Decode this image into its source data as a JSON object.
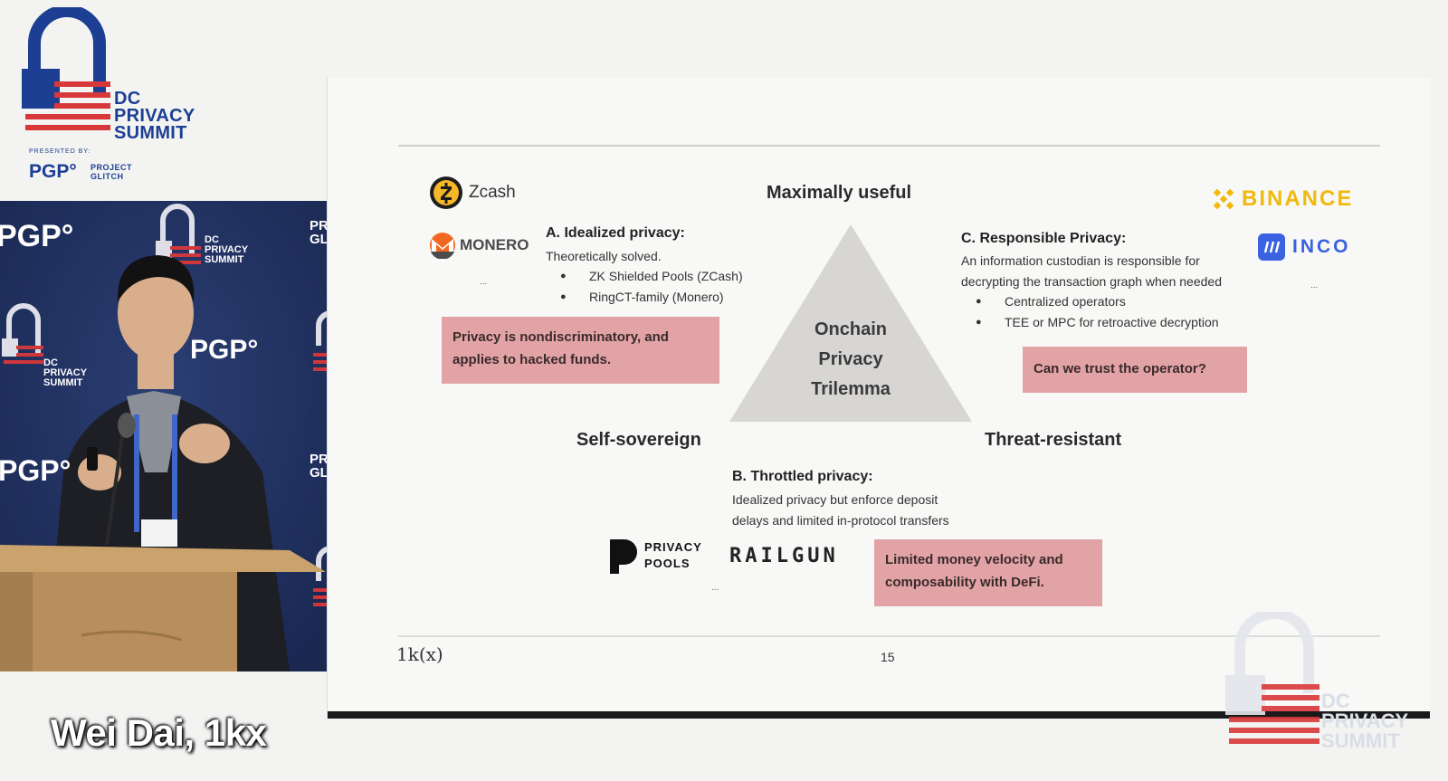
{
  "event": {
    "line1": "DC",
    "line2": "PRIVACY",
    "line3": "SUMMIT",
    "presented_by": "PRESENTED BY:",
    "sponsor1": "PGP°",
    "sponsor2a": "PROJECT",
    "sponsor2b": "GLITCH"
  },
  "speaker": {
    "caption": "Wei Dai, 1kx"
  },
  "backdrop": {
    "pgp": "PGP°",
    "pr": "PR",
    "gl": "GL",
    "dc": "DC",
    "privacy": "PRIVACY",
    "summit": "SUMMIT"
  },
  "slide": {
    "top_label": "Maximally useful",
    "left_label": "Self-sovereign",
    "right_label": "Threat-resistant",
    "center_line1": "Onchain",
    "center_line2": "Privacy",
    "center_line3": "Trilemma",
    "section_a": {
      "title": "A. Idealized privacy:",
      "desc": "Theoretically solved.",
      "bullets": [
        "ZK Shielded Pools (ZCash)",
        "RingCT-family (Monero)"
      ],
      "callout": "Privacy is nondiscriminatory, and applies to hacked funds."
    },
    "section_b": {
      "title": "B. Throttled privacy:",
      "desc_line1": "Idealized privacy but enforce deposit",
      "desc_line2": "delays and limited in-protocol transfers",
      "callout": "Limited money velocity and composability with DeFi."
    },
    "section_c": {
      "title": "C. Responsible Privacy:",
      "desc_line1": "An information custodian is responsible for",
      "desc_line2": "decrypting the transaction graph when needed",
      "bullets": [
        "Centralized operators",
        "TEE or MPC for retroactive decryption"
      ],
      "callout": "Can we trust the operator?"
    },
    "brands": {
      "zcash": "Zcash",
      "monero": "MONERO",
      "binance": "BINANCE",
      "inco": "INCO",
      "privacy_pools_1": "PRIVACY",
      "privacy_pools_2": "POOLS",
      "railgun": "RAILGUN"
    },
    "ellipsis": "...",
    "footer_logo": "1k(x)",
    "page_number": "15"
  },
  "colors": {
    "brand_blue": "#1c3f94",
    "flag_red": "#d9383a",
    "callout_pink": "#e2a3a6",
    "triangle_gray": "#d7d6d4",
    "binance_gold": "#f0b90b",
    "inco_blue": "#3b62e0"
  }
}
